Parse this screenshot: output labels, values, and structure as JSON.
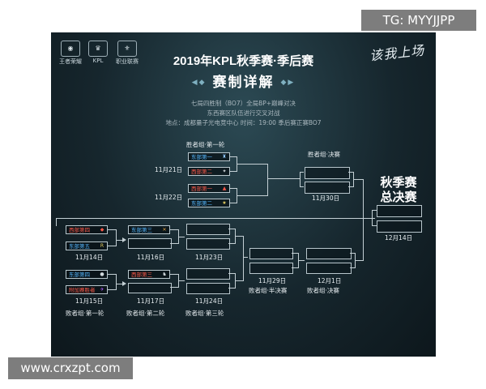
{
  "watermark_top": "TG: MYYJJPP",
  "watermark_bottom": "www.crxzpt.com",
  "logos": [
    {
      "text": "王者荣耀",
      "icon": "game-logo-icon"
    },
    {
      "text": "KPL",
      "icon": "kpl-logo-icon"
    },
    {
      "text": "职业联赛",
      "icon": "league-logo-icon"
    }
  ],
  "calligraphy": "该我上场",
  "title_line1": "2019年KPL秋季赛·季后赛",
  "title_line2": "赛制详解",
  "info": {
    "line1": "七局四胜制（BO7）全局BP+巅峰对决",
    "line2": "东西赛区队伍进行交叉对战",
    "line3": "地点：成都量子光电竞中心  时间：19:00 季后赛正赛BO7"
  },
  "winners": {
    "round1_label": "胜者组·第一轮",
    "final_label": "胜者组·决赛",
    "date1": "11月21日",
    "date2": "11月22日",
    "final_date": "11月30日",
    "teams": [
      "东部第一",
      "西部第二",
      "西部第一",
      "东部第二"
    ]
  },
  "losers": {
    "r1_teams_a": [
      "西部第四",
      "东部第五"
    ],
    "r1_date_a": "11月14日",
    "r1_teams_b": [
      "东部第四",
      "附加赛胜者"
    ],
    "r1_date_b": "11月15日",
    "r2_team_a": "东部第三",
    "r2_date_a": "11月16日",
    "r2_team_b": "西部第三",
    "r2_date_b": "11月17日",
    "r3_date_a": "11月23日",
    "r3_date_b": "11月24日",
    "semi_date": "11月29日",
    "final_date": "12月1日",
    "label_r1": "败者组·第一轮",
    "label_r2": "败者组·第二轮",
    "label_r3": "败者组·第三轮",
    "label_semi": "败者组·半决赛",
    "label_final": "败者组·决赛"
  },
  "grand_final": {
    "title_a": "秋季赛",
    "title_b": "总决赛",
    "date": "12月14日"
  },
  "colors": {
    "red_team": "#ff5a4a",
    "blue_team": "#56b8ff",
    "line": "#c4d0d5"
  }
}
